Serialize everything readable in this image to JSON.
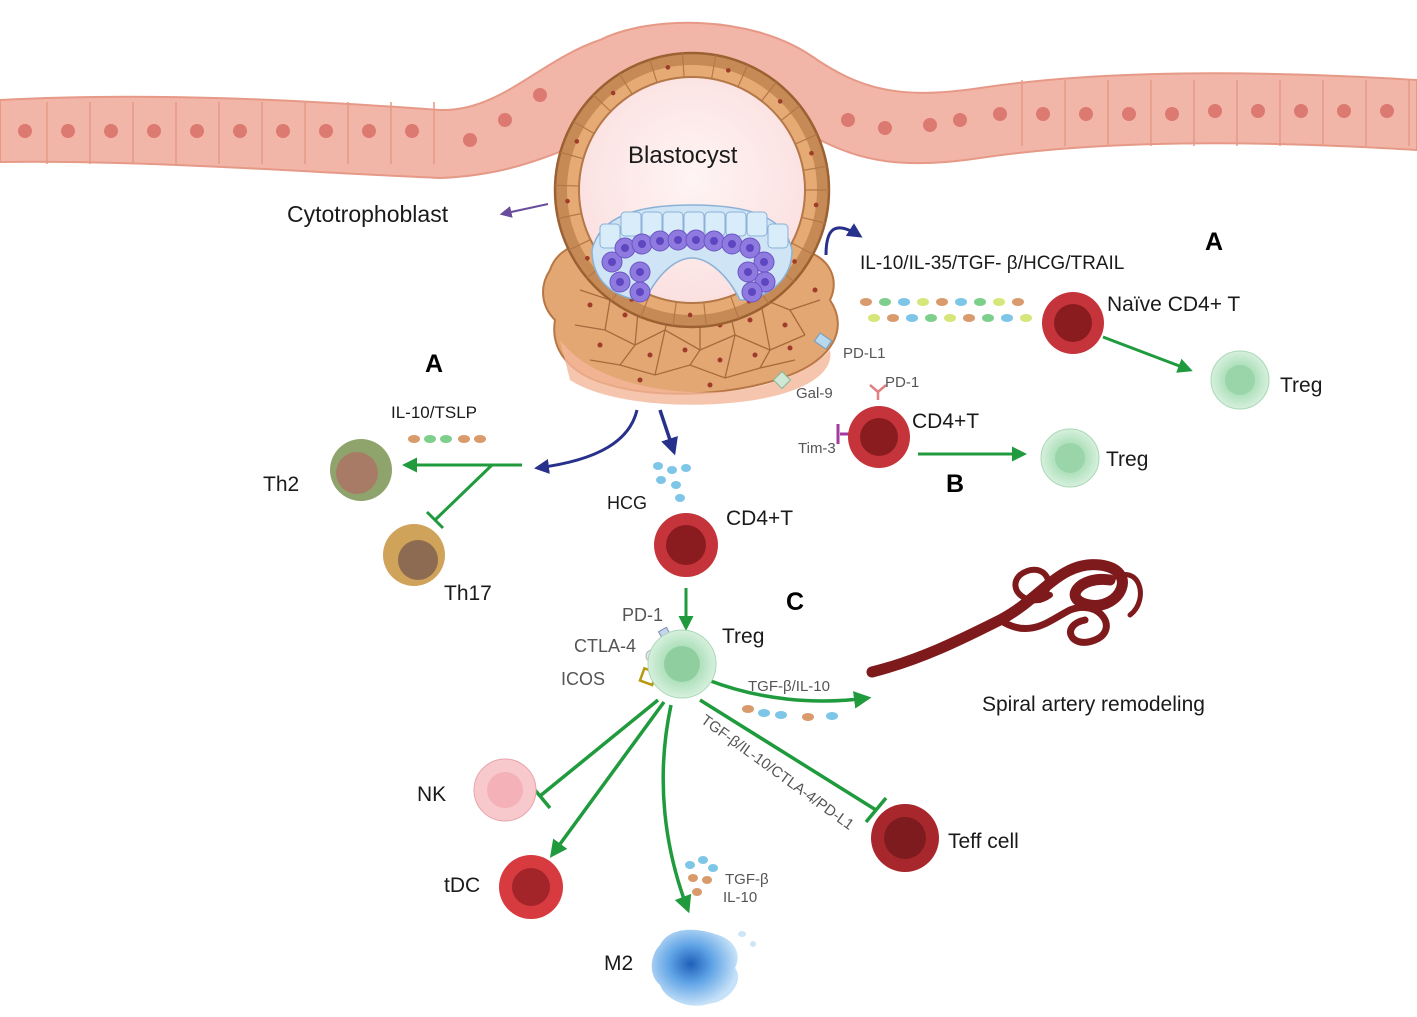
{
  "labels": {
    "blastocyst": "Blastocyst",
    "cytotrophoblast": "Cytotrophoblast",
    "cytokines_top": "IL-10/IL-35/TGF- β/HCG/TRAIL",
    "naive_cd4": "Naïve CD4+ T",
    "treg_a": "Treg",
    "pdl1": "PD-L1",
    "gal9": "Gal-9",
    "pd1_b": "PD-1",
    "tim3": "Tim-3",
    "cd4t_b": "CD4+T",
    "treg_b": "Treg",
    "il10_tslp": "IL-10/TSLP",
    "th2": "Th2",
    "th17": "Th17",
    "hcg": "HCG",
    "cd4t_c": "CD4+T",
    "pd1_c": "PD-1",
    "ctla4": "CTLA-4",
    "icos": "ICOS",
    "treg_c": "Treg",
    "tgfb_il10": "TGF-β/IL-10",
    "spiral": "Spiral artery remodeling",
    "diag_cytokines": "TGF-β/IL-10/CTLA-4/PD-L1",
    "nk": "NK",
    "tdc": "tDC",
    "teff": "Teff cell",
    "tgfb_m2": "TGF-β",
    "il10_m2": "IL-10",
    "m2": "M2"
  },
  "panel_letters": {
    "a_right": "A",
    "a_left": "A",
    "b": "B",
    "c": "C"
  },
  "colors": {
    "arrow_green": "#1f9a3c",
    "arrow_navy": "#27308a",
    "epithelium": "#f0b3a5",
    "trophoblast": "#c9834f",
    "treg": "#bfe5c8",
    "cd4": "#b62a2f",
    "artery": "#7f1a1c"
  }
}
